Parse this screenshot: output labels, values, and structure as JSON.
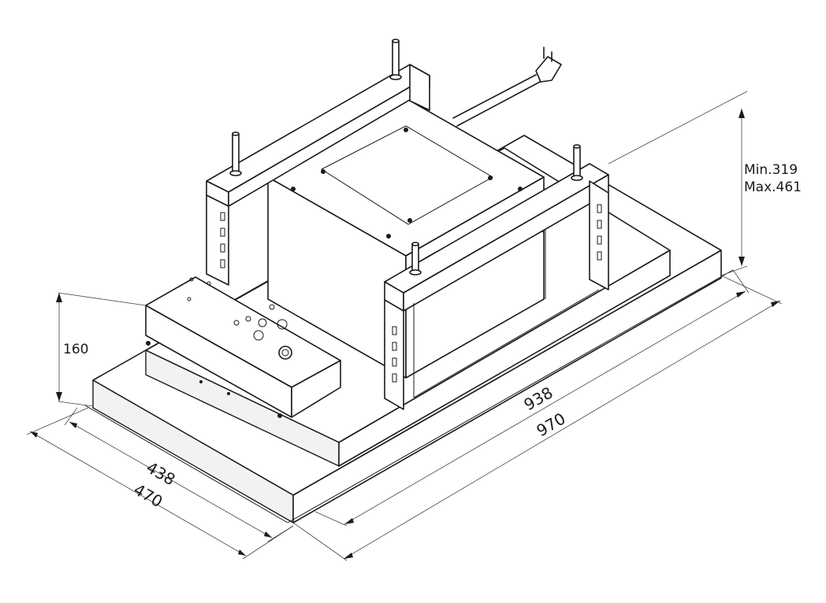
{
  "dimensions": {
    "height_box": "160",
    "min_height": "Min.319",
    "max_height": "Max.461",
    "depth_inner": "438",
    "depth_outer": "470",
    "width_inner": "938",
    "width_outer": "970"
  }
}
